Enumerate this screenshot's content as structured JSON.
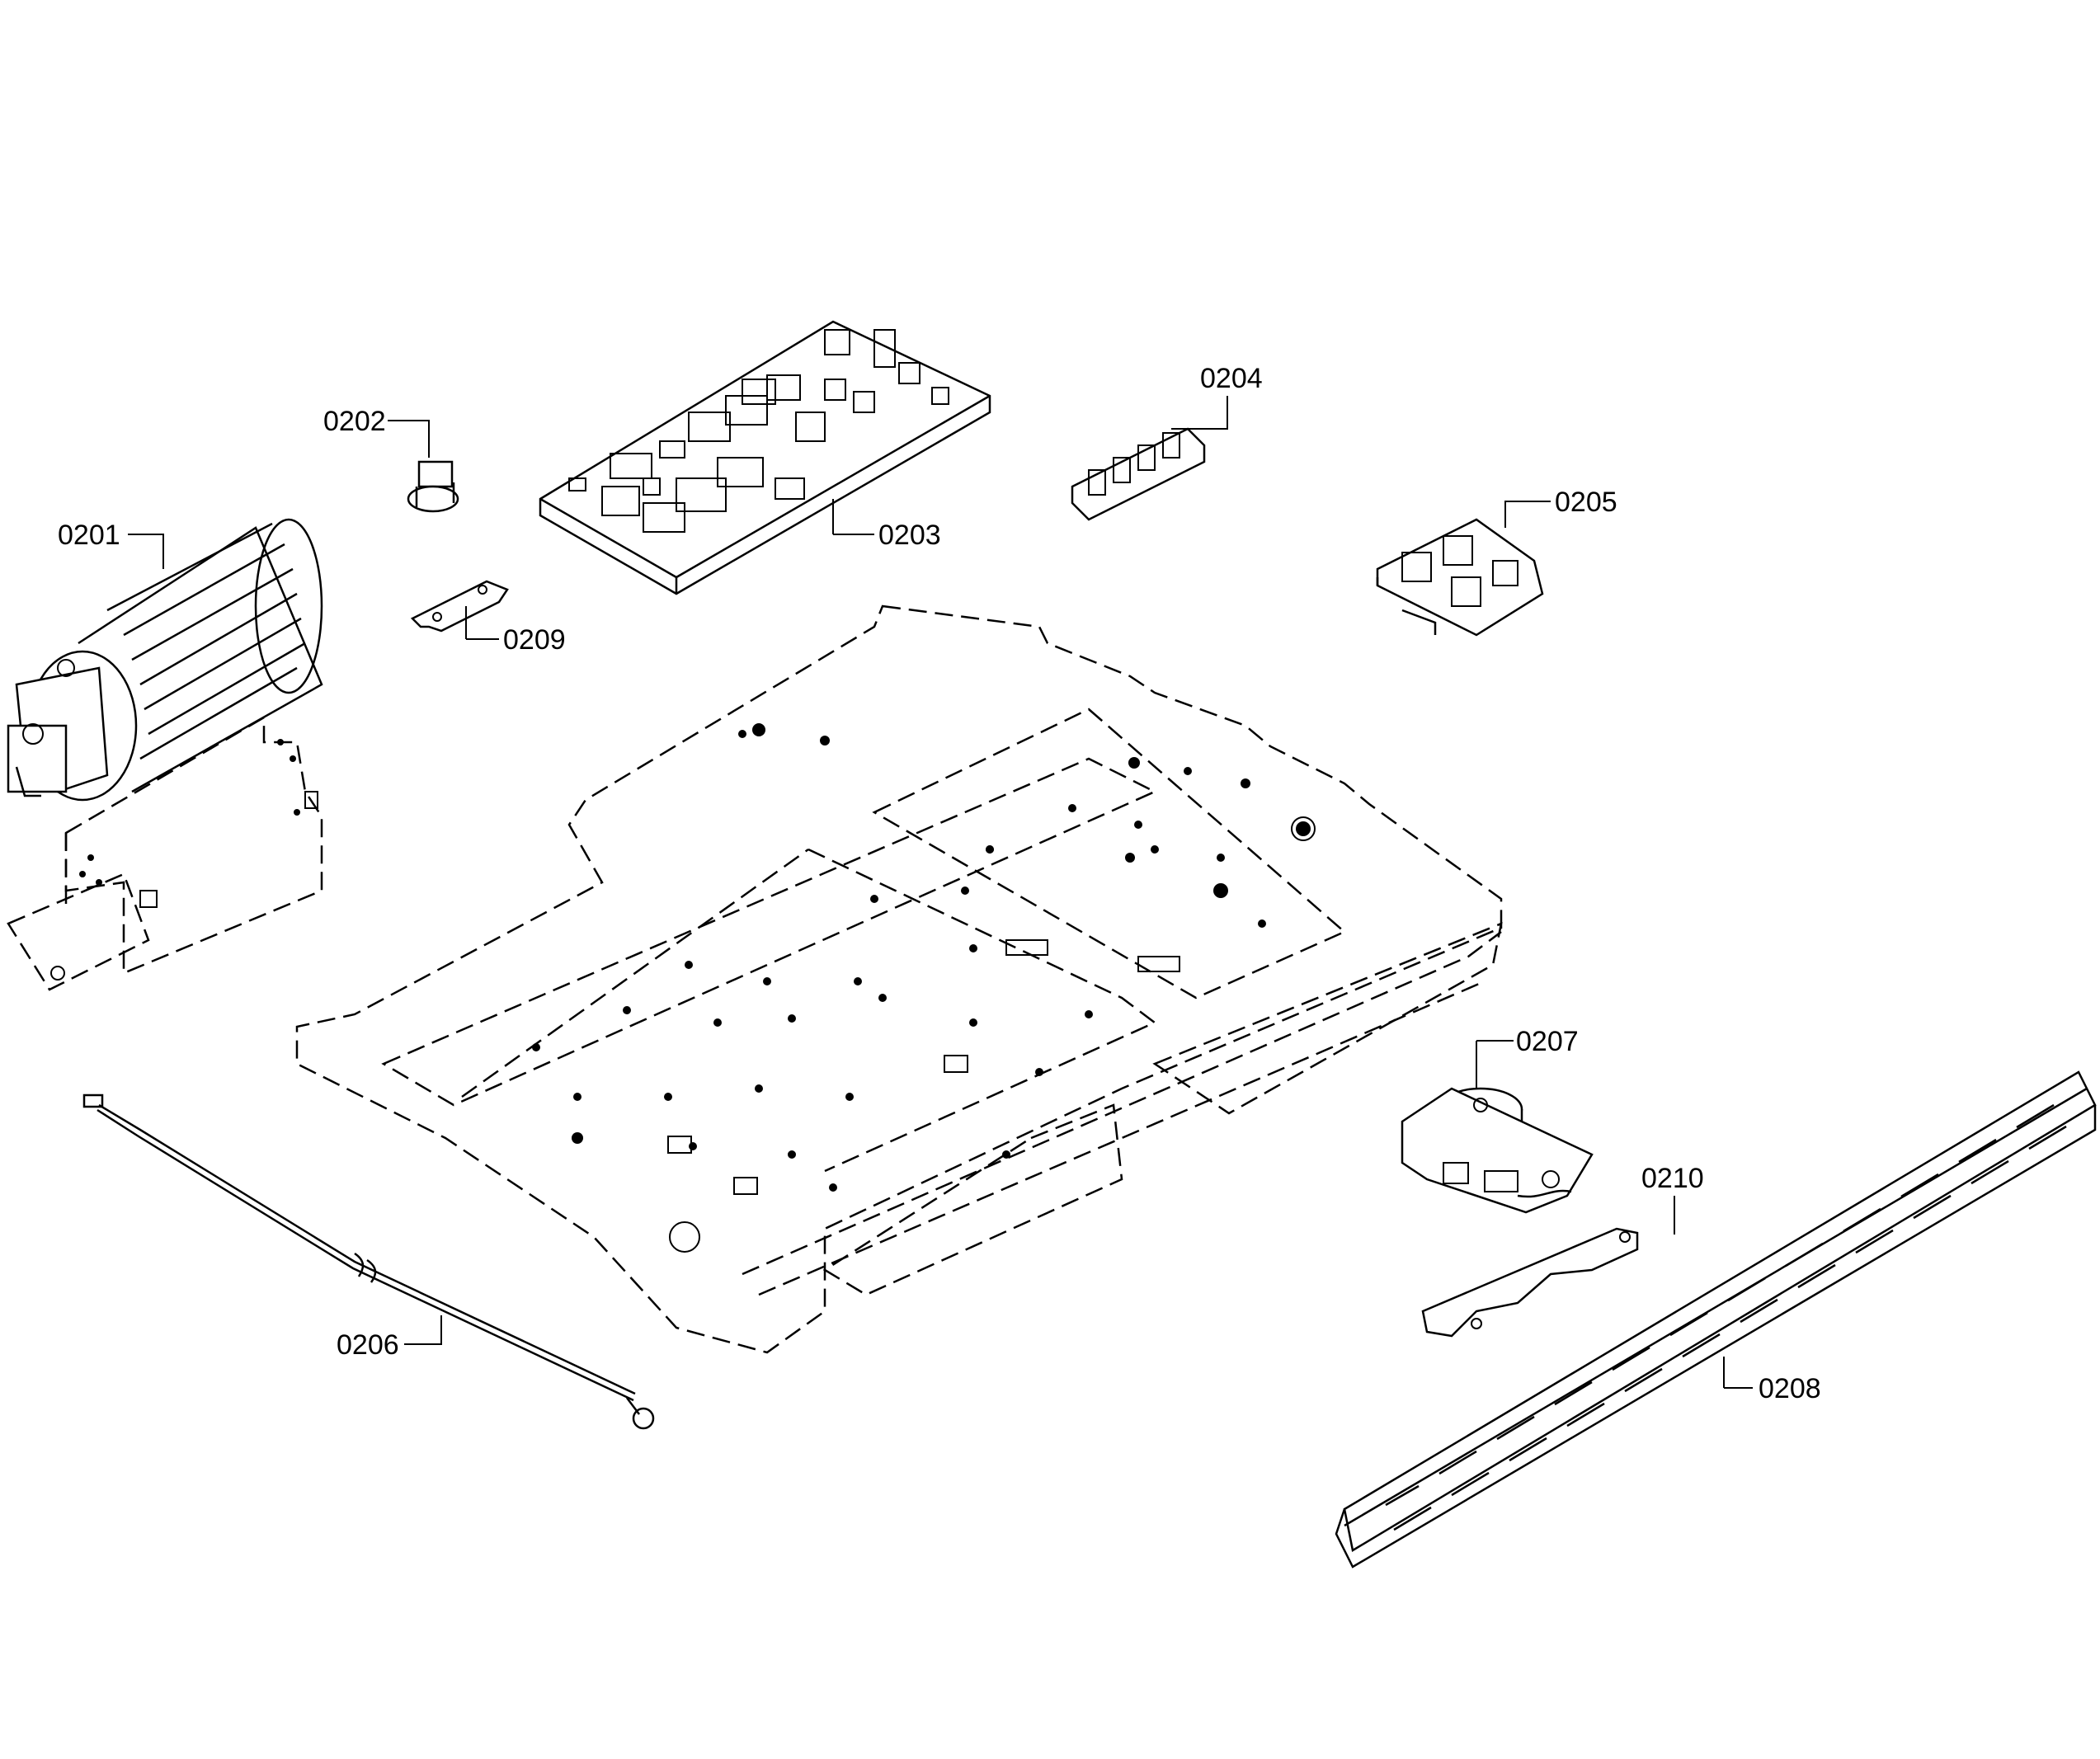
{
  "callouts": [
    {
      "id": "c0201",
      "label": "0201"
    },
    {
      "id": "c0202",
      "label": "0202"
    },
    {
      "id": "c0203",
      "label": "0203"
    },
    {
      "id": "c0204",
      "label": "0204"
    },
    {
      "id": "c0205",
      "label": "0205"
    },
    {
      "id": "c0206",
      "label": "0206"
    },
    {
      "id": "c0207",
      "label": "0207"
    },
    {
      "id": "c0208",
      "label": "0208"
    },
    {
      "id": "c0209",
      "label": "0209"
    },
    {
      "id": "c0210",
      "label": "0210"
    }
  ]
}
